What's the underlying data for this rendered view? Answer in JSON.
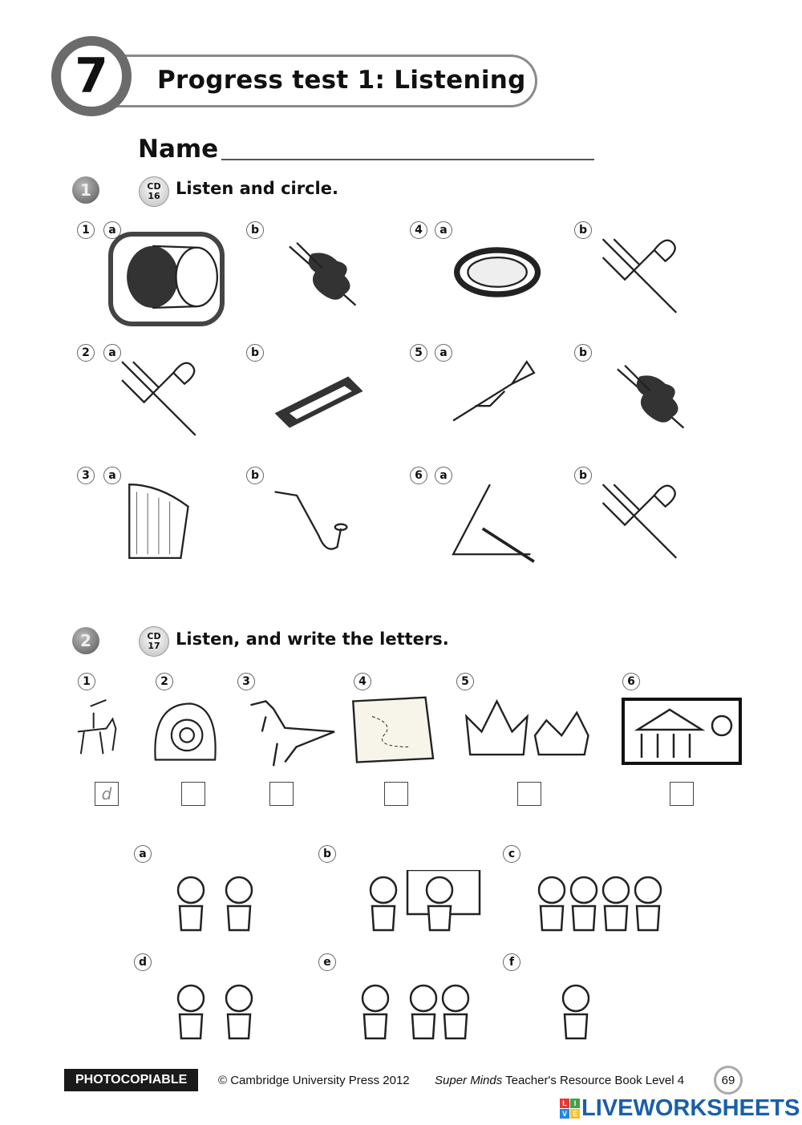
{
  "header": {
    "unit_number": "7",
    "title": "Progress test 1: Listening",
    "name_label": "Name"
  },
  "section1": {
    "number": "1",
    "cd": {
      "label": "CD",
      "track": "16"
    },
    "instruction": "Listen and circle.",
    "items": [
      {
        "num": "1",
        "a": "drum-icon",
        "b": "violin-icon",
        "circled": "a"
      },
      {
        "num": "2",
        "a": "trombone-icon",
        "b": "keyboard-icon"
      },
      {
        "num": "3",
        "a": "harp-icon",
        "b": "saxophone-icon"
      },
      {
        "num": "4",
        "a": "tambourine-icon",
        "b": "trombone-icon"
      },
      {
        "num": "5",
        "a": "trumpet-icon",
        "b": "violin-icon"
      },
      {
        "num": "6",
        "a": "triangle-icon",
        "b": "trombone-icon"
      }
    ],
    "option_a": "a",
    "option_b": "b"
  },
  "section2": {
    "number": "2",
    "cd": {
      "label": "CD",
      "track": "17"
    },
    "instruction": "Listen, and write the letters.",
    "pictures": [
      {
        "num": "1",
        "icon": "knight-on-horse-icon",
        "answer": "d"
      },
      {
        "num": "2",
        "icon": "shell-icon",
        "answer": ""
      },
      {
        "num": "3",
        "icon": "dinosaur-icon",
        "answer": ""
      },
      {
        "num": "4",
        "icon": "treasure-map-icon",
        "answer": ""
      },
      {
        "num": "5",
        "icon": "crowns-icon",
        "answer": ""
      },
      {
        "num": "6",
        "icon": "museum-scene-icon",
        "answer": ""
      }
    ],
    "options": [
      {
        "letter": "a",
        "icon": "two-children-icon"
      },
      {
        "letter": "b",
        "icon": "children-at-board-icon"
      },
      {
        "letter": "c",
        "icon": "four-children-icon"
      },
      {
        "letter": "d",
        "icon": "two-boys-icon"
      },
      {
        "letter": "e",
        "icon": "three-children-icon"
      },
      {
        "letter": "f",
        "icon": "boy-thinking-icon"
      }
    ]
  },
  "footer": {
    "photocopiable": "PHOTOCOPIABLE",
    "copyright": "© Cambridge University Press 2012",
    "book_title": "Super Minds",
    "book_rest": " Teacher's Resource Book Level 4",
    "page": "69",
    "brand": "LIVEWORKSHEETS",
    "brand_logo": [
      "L",
      "I",
      "V",
      "E"
    ]
  }
}
